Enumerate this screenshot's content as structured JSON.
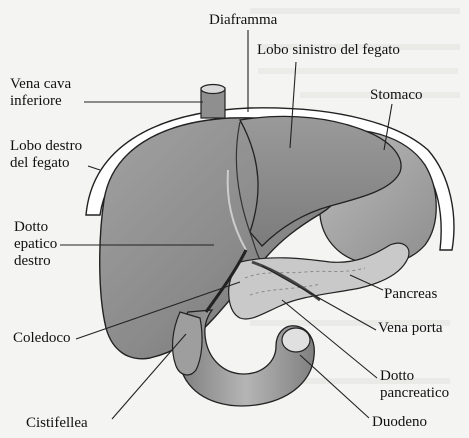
{
  "labels": {
    "diaframma": "Diaframma",
    "lobo_sinistro": "Lobo sinistro del fegato",
    "vena_cava": [
      "Vena cava",
      "inferiore"
    ],
    "stomaco": "Stomaco",
    "lobo_destro": [
      "Lobo destro",
      "del fegato"
    ],
    "dotto_epatico": [
      "Dotto",
      "epatico",
      "destro"
    ],
    "pancreas": "Pancreas",
    "vena_porta": "Vena porta",
    "coledoco": "Coledoco",
    "dotto_pancreatico": [
      "Dotto",
      "pancreatico"
    ],
    "cistifellea": "Cistifellea",
    "duodeno": "Duodeno"
  },
  "colors": {
    "background": "#f4f4f2",
    "liver": "#8c8c8c",
    "liver_dark": "#6b6b6b",
    "stomach": "#a9a9a9",
    "pancreas": "#c6c6c6",
    "duodenum": "#9a9a9a",
    "diaphragm": "#ffffff",
    "outline": "#222222",
    "leader": "#222222"
  }
}
